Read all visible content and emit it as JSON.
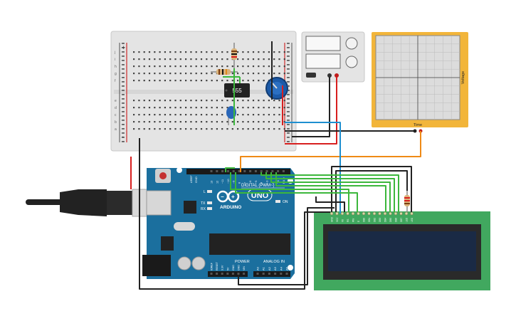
{
  "breadboard": {
    "row_letters_top": [
      "j",
      "i",
      "h",
      "g",
      "f"
    ],
    "row_letters_bottom": [
      "e",
      "d",
      "c",
      "b",
      "a"
    ],
    "rail_plus": "+",
    "rail_minus": "-",
    "column_count": 30
  },
  "timer_chip": {
    "label": "555"
  },
  "power_supply": {},
  "oscilloscope": {
    "x_axis_label": "Time",
    "y_axis_label": "Voltage"
  },
  "arduino": {
    "model": "UNO",
    "brand": "ARDUINO",
    "digital_label": "DIGITAL (PWM~)",
    "power_label": "POWER",
    "analog_label": "ANALOG IN",
    "on_label": "ON",
    "led_l": "L",
    "led_tx": "TX",
    "led_rx": "RX",
    "aref": "AREF",
    "gnd": "GND",
    "digital_pins": [
      "13",
      "12",
      "~11",
      "~10",
      "~9",
      "8",
      "7",
      "~6",
      "~5",
      "4",
      "~3",
      "2",
      "TX 1",
      "RX 0"
    ],
    "power_pins": [
      "IOREF",
      "RESET",
      "3.3V",
      "5V",
      "GND",
      "GND",
      "VIN"
    ],
    "analog_pins": [
      "A0",
      "A1",
      "A2",
      "A3",
      "A4",
      "A5"
    ]
  },
  "lcd": {
    "pins": [
      "GND",
      "VCC",
      "V0",
      "RS",
      "RW",
      "E",
      "DB0",
      "DB1",
      "DB2",
      "DB3",
      "DB4",
      "DB5",
      "DB6",
      "DB7",
      "LED",
      "LED"
    ]
  },
  "colors": {
    "breadboard": "#e6e6e6",
    "arduino": "#1b6f9e",
    "lcd_board": "#41a85f",
    "lcd_screen": "#1a2a45",
    "scope_frame": "#f2b53a",
    "wire_green": "#3cb73c",
    "wire_red": "#d81f1f",
    "wire_orange": "#ef8a16",
    "wire_blue": "#1e8fd0",
    "wire_dark": "#333333"
  }
}
